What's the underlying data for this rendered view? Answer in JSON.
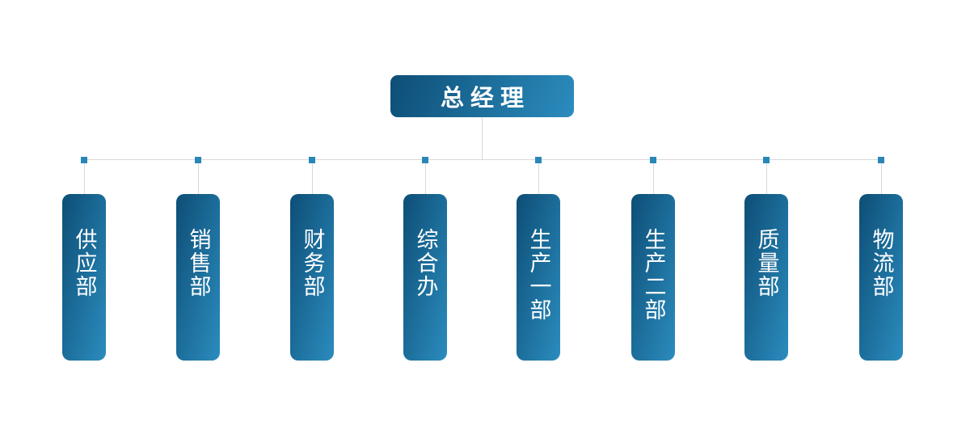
{
  "org": {
    "root_label": "总经理",
    "departments": [
      {
        "label": "供应部"
      },
      {
        "label": "销售部"
      },
      {
        "label": "财务部"
      },
      {
        "label": "综合办"
      },
      {
        "label": "生产一部"
      },
      {
        "label": "生产二部"
      },
      {
        "label": "质量部"
      },
      {
        "label": "物流部"
      }
    ]
  },
  "colors": {
    "background": "#FFFFFF",
    "node_gradient_start": "#0D4E76",
    "node_gradient_end": "#2B8CBE",
    "junction_square": "#2986B8",
    "connector_line": "#D9D9D9",
    "node_text": "#FFFFFF"
  }
}
